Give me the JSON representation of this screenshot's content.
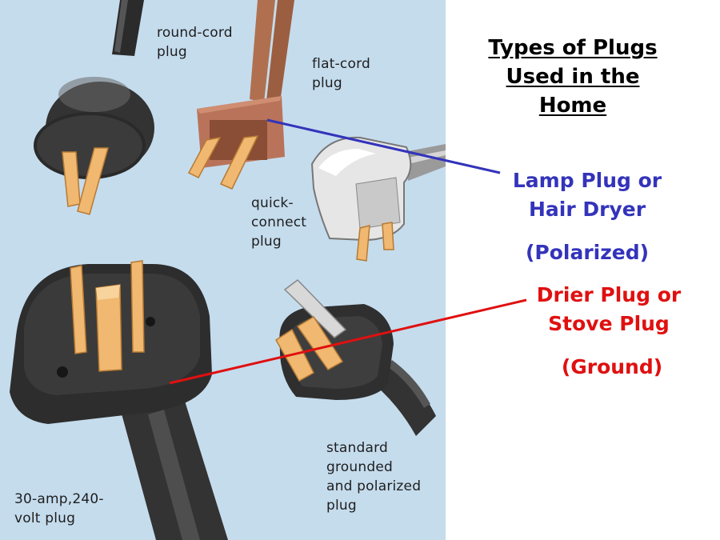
{
  "slide": {
    "title_lines": [
      "Types of Plugs",
      "Used in the",
      "Home"
    ],
    "lamp_callout": {
      "line1": "Lamp Plug or",
      "line2": "Hair Dryer",
      "note": "(Polarized)",
      "color": "#3333bb"
    },
    "drier_callout": {
      "line1": "Drier Plug or",
      "line2": "Stove Plug",
      "note": "(Ground)",
      "color": "#e01010"
    }
  },
  "illustration": {
    "background": "#c5dced",
    "labels": {
      "round_cord": [
        "round-cord",
        "plug"
      ],
      "flat_cord": [
        "flat-cord",
        "plug"
      ],
      "quick_connect": [
        "quick-",
        "connect",
        "plug"
      ],
      "thirty_amp": [
        "30-amp,240-",
        "volt plug"
      ],
      "standard": [
        "standard",
        "grounded",
        "and polarized",
        "plug"
      ]
    }
  }
}
